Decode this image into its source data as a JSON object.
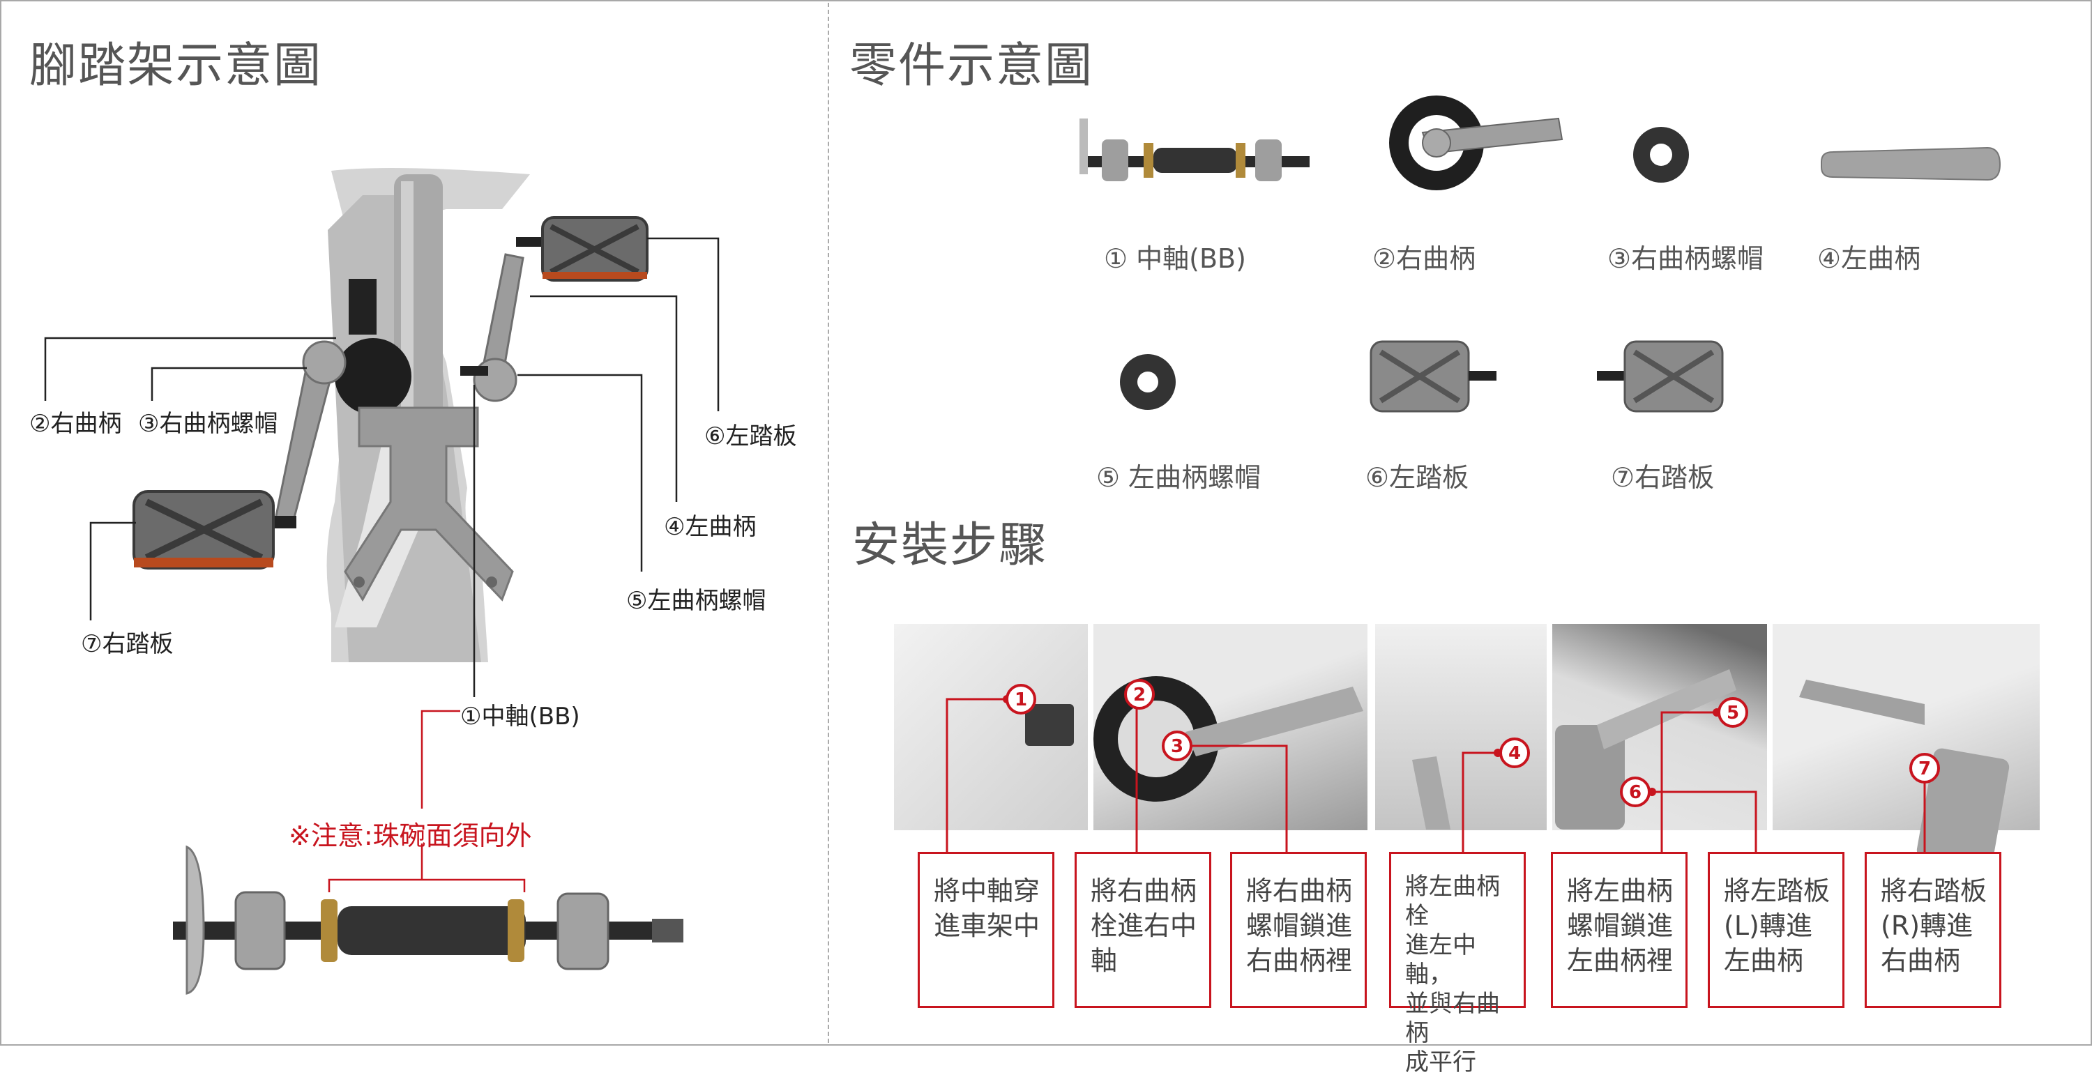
{
  "left": {
    "title": "腳踏架示意圖",
    "callouts": {
      "right_crank": "②右曲柄",
      "right_crank_nut": "③右曲柄螺帽",
      "left_pedal": "⑥左踏板",
      "left_crank": "④左曲柄",
      "left_crank_nut": "⑤左曲柄螺帽",
      "right_pedal": "⑦右踏板",
      "bottom_bracket": "①中軸(BB)"
    },
    "note": "※注意:珠碗面須向外"
  },
  "parts": {
    "title": "零件示意圖",
    "items": [
      "① 中軸(BB)",
      "②右曲柄",
      "③右曲柄螺帽",
      "④左曲柄",
      "⑤ 左曲柄螺帽",
      "⑥左踏板",
      "⑦右踏板"
    ]
  },
  "steps": {
    "title": "安裝步驟",
    "markers": [
      "1",
      "2",
      "3",
      "4",
      "5",
      "6",
      "7"
    ],
    "boxes": [
      {
        "lines": [
          "將中軸穿",
          "進車架中"
        ]
      },
      {
        "lines": [
          "將右曲柄",
          "栓進右中",
          "軸"
        ]
      },
      {
        "lines": [
          "將右曲柄",
          "螺帽鎖進",
          "右曲柄裡"
        ]
      },
      {
        "lines": [
          "將左曲柄栓",
          "進左中軸，",
          "並與右曲柄",
          "成平行"
        ]
      },
      {
        "lines": [
          "將左曲柄",
          "螺帽鎖進",
          "左曲柄裡"
        ]
      },
      {
        "lines": [
          "將左踏板",
          "(L)轉進",
          "左曲柄"
        ]
      },
      {
        "lines": [
          "將右踏板",
          "(R)轉進",
          "右曲柄"
        ]
      }
    ]
  },
  "colors": {
    "accent": "#c8141e",
    "metal": "#8f8f8f",
    "dark": "#2b2b2b"
  }
}
